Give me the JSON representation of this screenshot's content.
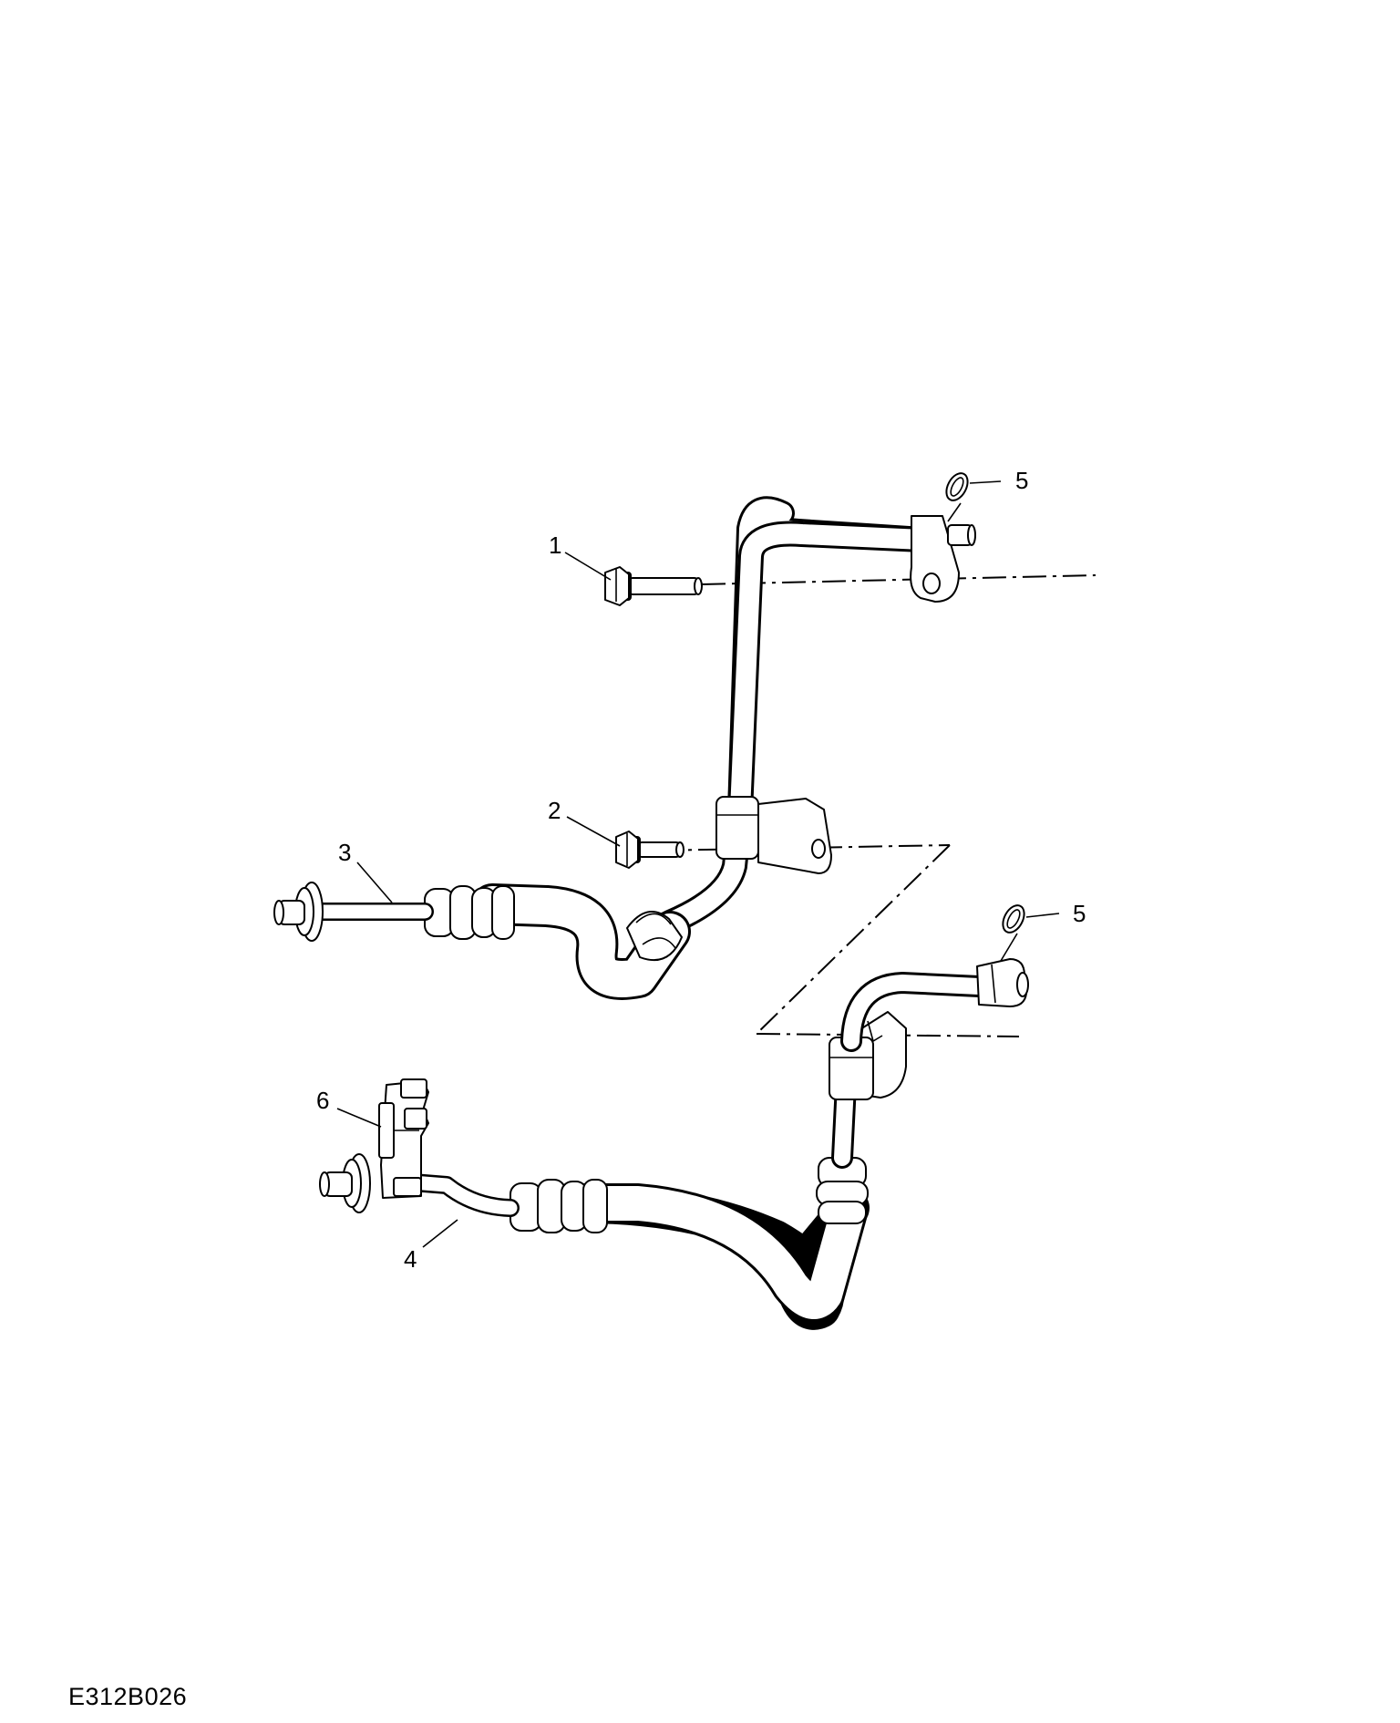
{
  "figure_id": "E312B026",
  "callouts": [
    {
      "id": "c1",
      "label": "1"
    },
    {
      "id": "c2",
      "label": "2"
    },
    {
      "id": "c3",
      "label": "3"
    },
    {
      "id": "c4",
      "label": "4"
    },
    {
      "id": "c5a",
      "label": "5"
    },
    {
      "id": "c5b",
      "label": "5"
    },
    {
      "id": "c6",
      "label": "6"
    }
  ],
  "line_color": "#000000",
  "pipe_fill": "#ffffff"
}
